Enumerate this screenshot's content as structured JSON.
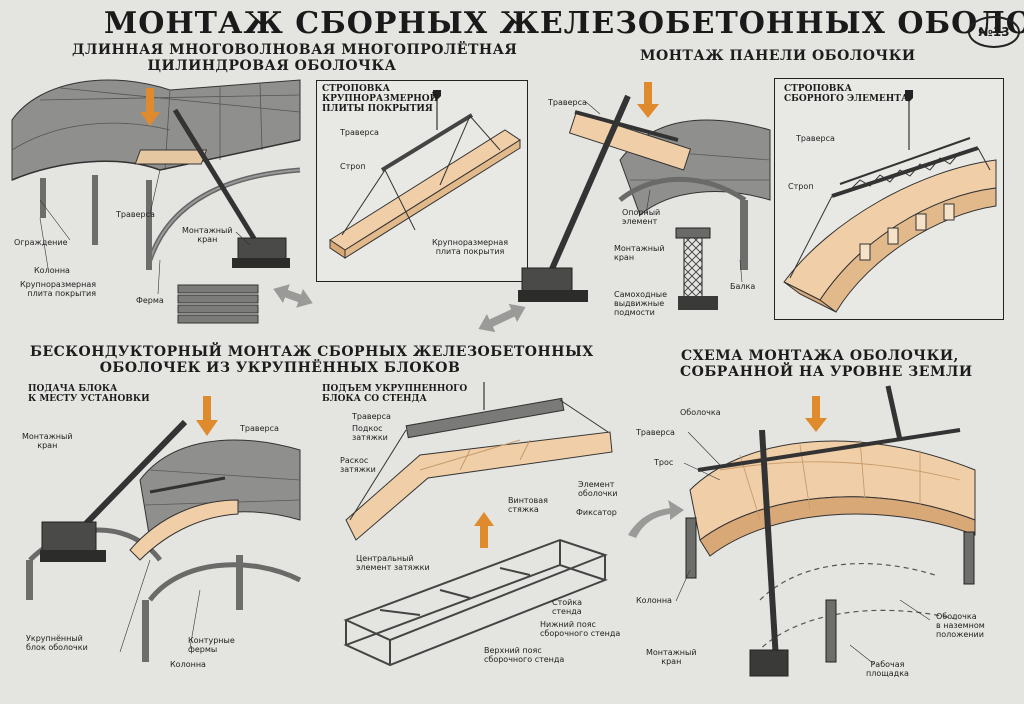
{
  "title": "МОНТАЖ СБОРНЫХ ЖЕЛЕЗОБЕТОННЫХ ОБОЛОЧЕК",
  "badge": "№13",
  "sections": {
    "s1_line1": "ДЛИННАЯ МНОГОВОЛНОВАЯ МНОГОПРОЛЁТНАЯ",
    "s1_line2": "ЦИЛИНДРОВАЯ ОБОЛОЧКА",
    "s2": "МОНТАЖ ПАНЕЛИ ОБОЛОЧКИ",
    "s3_line1": "БЕСКОНДУКТОРНЫЙ МОНТАЖ СБОРНЫХ ЖЕЛЕЗОБЕТОННЫХ",
    "s3_line2": "ОБОЛОЧЕК ИЗ УКРУПНЁННЫХ БЛОКОВ",
    "s4_line1": "СХЕМА МОНТАЖА ОБОЛОЧКИ,",
    "s4_line2": "СОБРАННОЙ НА УРОВНЕ ЗЕМЛИ"
  },
  "subtitles": {
    "strop1_l1": "СТРОПОВКА",
    "strop1_l2": "КРУПНОРАЗМЕРНОЙ",
    "strop1_l3": "ПЛИТЫ ПОКРЫТИЯ",
    "strop2_l1": "СТРОПОВКА",
    "strop2_l2": "СБОРНОГО ЭЛЕМЕНТА",
    "feed_l1": "ПОДАЧА БЛОКА",
    "feed_l2": "К МЕСТУ УСТАНОВКИ",
    "lift_l1": "ПОДЪЕМ УКРУПНЕННОГО",
    "lift_l2": "БЛОКА СО СТЕНДА"
  },
  "labels": {
    "a_traversa": "Траверса",
    "a_ograzhdenie": "Ограждение",
    "a_kolonna": "Колонна",
    "a_plita_l1": "Крупноразмерная",
    "a_plita_l2": "плита покрытия",
    "a_ferma": "Ферма",
    "a_kran_l1": "Монтажный",
    "a_kran_l2": "кран",
    "b_traversa": "Траверса",
    "b_strop": "Строп",
    "b_plita_l1": "Крупноразмерная",
    "b_plita_l2": "плита покрытия",
    "c_traversa": "Траверса",
    "c_opor_l1": "Опорный",
    "c_opor_l2": "элемент",
    "c_kran_l1": "Монтажный",
    "c_kran_l2": "кран",
    "c_podm_l1": "Самоходные",
    "c_podm_l2": "выдвижные",
    "c_podm_l3": "подмости",
    "c_balka": "Балка",
    "d_traversa": "Траверса",
    "d_strop": "Строп",
    "e_kran_l1": "Монтажный",
    "e_kran_l2": "кран",
    "e_traversa": "Траверса",
    "e_blok_l1": "Укрупнённый",
    "e_blok_l2": "блок оболочки",
    "e_fermy_l1": "Контурные",
    "e_fermy_l2": "фермы",
    "e_kolonna": "Колонна",
    "f_traversa": "Траверса",
    "f_podkos_l1": "Подкос",
    "f_podkos_l2": "затяжки",
    "f_raskos_l1": "Раскос",
    "f_raskos_l2": "затяжки",
    "f_elem_l1": "Элемент",
    "f_elem_l2": "оболочки",
    "f_vint_l1": "Винтовая",
    "f_vint_l2": "стяжка",
    "f_fiks": "Фиксатор",
    "f_centr_l1": "Центральный",
    "f_centr_l2": "элемент затяжки",
    "f_stoyka_l1": "Стойка",
    "f_stoyka_l2": "стенда",
    "f_nizh_l1": "Нижний пояс",
    "f_nizh_l2": "сборочного стенда",
    "f_verh_l1": "Верхний пояс",
    "f_verh_l2": "сборочного стенда",
    "g_obolochka": "Оболочка",
    "g_traversa": "Траверса",
    "g_tros": "Трос",
    "g_kolonna": "Колонна",
    "g_kran_l1": "Монтажный",
    "g_kran_l2": "кран",
    "g_plosh_l1": "Рабочая",
    "g_plosh_l2": "площадка",
    "g_nazem_l1": "Оболочка",
    "g_nazem_l2": "в наземном",
    "g_nazem_l3": "положении"
  },
  "colors": {
    "concrete": "#8c8c8a",
    "concrete_dark": "#5e5e5c",
    "panel": "#f0cfa8",
    "panel_edge": "#d9a877",
    "arrow": "#e08a2e",
    "arrow_grey": "#9a9a98"
  }
}
